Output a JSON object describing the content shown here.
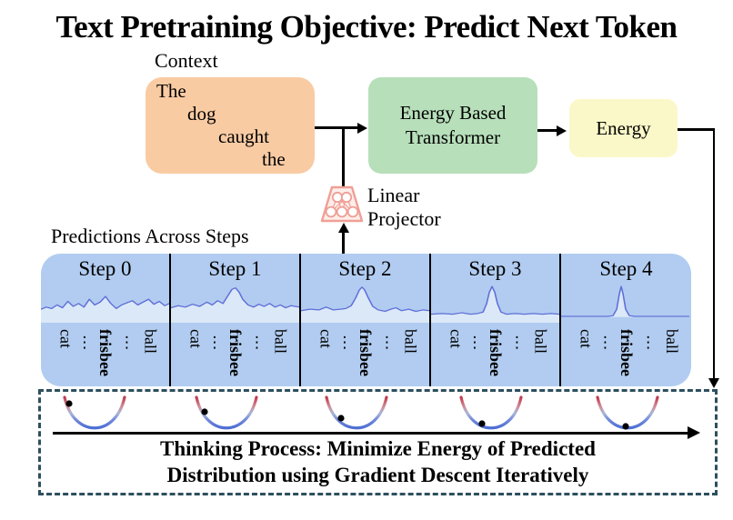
{
  "title": "Text Pretraining Objective: Predict Next Token",
  "flow": {
    "context_label": "Context",
    "context_tokens": [
      "The",
      "dog",
      "caught",
      "the"
    ],
    "transformer_line1": "Energy Based",
    "transformer_line2": "Transformer",
    "energy_label": "Energy",
    "projector_line1": "Linear",
    "projector_line2": "Projector"
  },
  "predictions": {
    "heading": "Predictions Across Steps",
    "token_labels": [
      {
        "text": "cat",
        "bold": false
      },
      {
        "text": "⋮",
        "bold": false
      },
      {
        "text": "frisbee",
        "bold": true
      },
      {
        "text": "⋮",
        "bold": false
      },
      {
        "text": "ball",
        "bold": false
      }
    ],
    "steps": [
      {
        "label": "Step 0",
        "fill_to": 55,
        "curve": [
          [
            0,
            36
          ],
          [
            6,
            33
          ],
          [
            12,
            35
          ],
          [
            18,
            30
          ],
          [
            24,
            34
          ],
          [
            30,
            25
          ],
          [
            36,
            32
          ],
          [
            42,
            28
          ],
          [
            48,
            33
          ],
          [
            54,
            22
          ],
          [
            60,
            30
          ],
          [
            66,
            26
          ],
          [
            72,
            18
          ],
          [
            78,
            28
          ],
          [
            84,
            35
          ],
          [
            90,
            30
          ],
          [
            96,
            27
          ],
          [
            102,
            24
          ],
          [
            108,
            30
          ],
          [
            114,
            26
          ],
          [
            120,
            22
          ],
          [
            126,
            29
          ],
          [
            132,
            25
          ],
          [
            138,
            31
          ],
          [
            143,
            28
          ]
        ]
      },
      {
        "label": "Step 1",
        "fill_to": 55,
        "curve": [
          [
            0,
            34
          ],
          [
            8,
            31
          ],
          [
            16,
            33
          ],
          [
            24,
            29
          ],
          [
            32,
            32
          ],
          [
            40,
            26
          ],
          [
            46,
            30
          ],
          [
            52,
            24
          ],
          [
            58,
            28
          ],
          [
            63,
            18
          ],
          [
            68,
            8
          ],
          [
            72,
            6
          ],
          [
            76,
            12
          ],
          [
            80,
            22
          ],
          [
            86,
            30
          ],
          [
            92,
            33
          ],
          [
            98,
            29
          ],
          [
            104,
            32
          ],
          [
            110,
            28
          ],
          [
            116,
            33
          ],
          [
            122,
            30
          ],
          [
            128,
            34
          ],
          [
            134,
            31
          ],
          [
            143,
            33
          ]
        ]
      },
      {
        "label": "Step 2",
        "fill_to": 55,
        "curve": [
          [
            0,
            38
          ],
          [
            10,
            36
          ],
          [
            20,
            37
          ],
          [
            28,
            33
          ],
          [
            36,
            37
          ],
          [
            44,
            36
          ],
          [
            50,
            35
          ],
          [
            56,
            31
          ],
          [
            61,
            20
          ],
          [
            65,
            9
          ],
          [
            68,
            5
          ],
          [
            71,
            9
          ],
          [
            75,
            20
          ],
          [
            80,
            32
          ],
          [
            86,
            37
          ],
          [
            94,
            39
          ],
          [
            100,
            36
          ],
          [
            106,
            34
          ],
          [
            112,
            38
          ],
          [
            120,
            36
          ],
          [
            128,
            39
          ],
          [
            136,
            37
          ],
          [
            143,
            38
          ]
        ]
      },
      {
        "label": "Step 3",
        "fill_to": 55,
        "curve": [
          [
            0,
            43
          ],
          [
            12,
            42
          ],
          [
            24,
            43
          ],
          [
            34,
            41
          ],
          [
            44,
            43
          ],
          [
            52,
            42
          ],
          [
            58,
            40
          ],
          [
            62,
            28
          ],
          [
            65,
            12
          ],
          [
            68,
            4
          ],
          [
            71,
            12
          ],
          [
            74,
            28
          ],
          [
            78,
            40
          ],
          [
            84,
            43
          ],
          [
            94,
            42
          ],
          [
            104,
            43
          ],
          [
            114,
            42
          ],
          [
            124,
            43
          ],
          [
            134,
            42
          ],
          [
            143,
            43
          ]
        ]
      },
      {
        "label": "Step 4",
        "fill_to": 47,
        "curve": [
          [
            0,
            46
          ],
          [
            52,
            46
          ],
          [
            58,
            45
          ],
          [
            62,
            36
          ],
          [
            65,
            14
          ],
          [
            67,
            4
          ],
          [
            69,
            14
          ],
          [
            72,
            36
          ],
          [
            76,
            45
          ],
          [
            82,
            46
          ],
          [
            143,
            46
          ]
        ]
      }
    ]
  },
  "thinking": {
    "caption_line1": "Thinking Process: Minimize Energy of Predicted",
    "caption_line2": "Distribution using Gradient Descent Iteratively",
    "dots": [
      [
        17,
        12
      ],
      [
        21,
        21
      ],
      [
        28,
        28
      ],
      [
        35,
        34
      ],
      [
        43,
        37
      ]
    ]
  },
  "colors": {
    "context_box": "#f9cba3",
    "transformer_box": "#b7dfba",
    "energy_box": "#faf8c8",
    "panel_bg": "#b1ccf0",
    "chart_line": "#5f6fd8",
    "chart_fill": "#dbe8f7",
    "projector": "#ef9f96",
    "dashed_border": "#2d4f5e",
    "parabola_red": "#c0394e",
    "parabola_blue": "#4d6fd4"
  }
}
